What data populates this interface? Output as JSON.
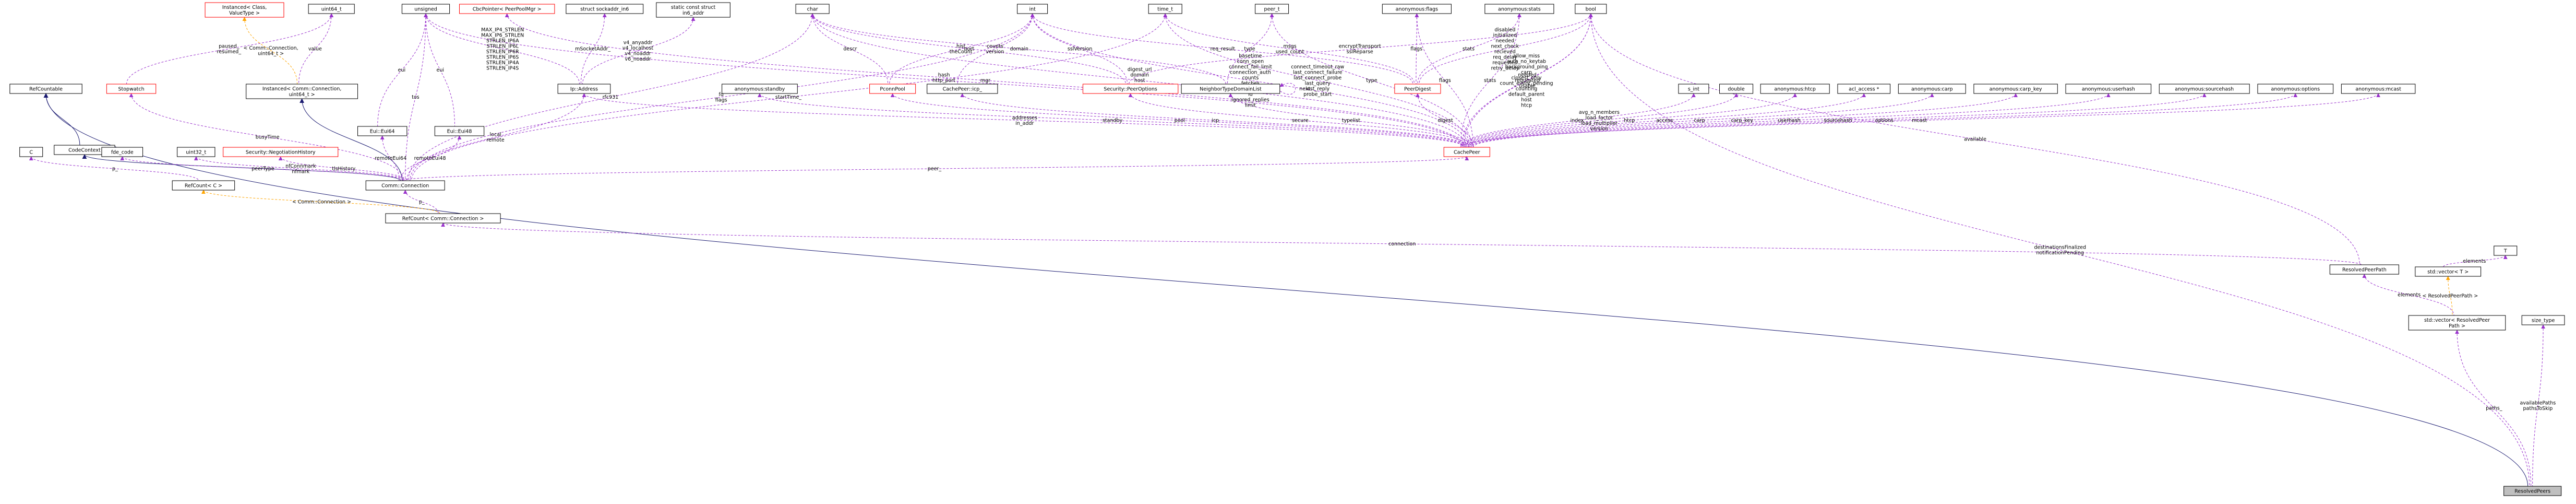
{
  "colors": {
    "inherit": "#191970",
    "use": "#9a32cd",
    "template": "#ffa500",
    "node_border": "#000000",
    "node_border_undocumented": "#ff0000",
    "root_fill": "#bfbfbf"
  },
  "nodes": [
    {
      "id": "refcountable",
      "label": "RefCountable"
    },
    {
      "id": "codecontext",
      "label": "CodeContext"
    },
    {
      "id": "stopwatch",
      "label": "Stopwatch",
      "undocumented": true
    },
    {
      "id": "inst_class_valuetype",
      "label": "Instanced< Class,\nValueType >",
      "undocumented": true
    },
    {
      "id": "uint64_t",
      "label": "uint64_t"
    },
    {
      "id": "inst_conn_uint64",
      "label": "Instanced< Comm::Connection,\nuint64_t >"
    },
    {
      "id": "unsigned",
      "label": "unsigned"
    },
    {
      "id": "cbcpointer_peerpoolmgr",
      "label": "CbcPointer< PeerPoolMgr >",
      "undocumented": true
    },
    {
      "id": "struct_sockaddr_in6",
      "label": "struct sockaddr_in6"
    },
    {
      "id": "static_const_struct",
      "label": "static const struct\nin6_addr"
    },
    {
      "id": "ip_address",
      "label": "Ip::Address"
    },
    {
      "id": "char",
      "label": "char"
    },
    {
      "id": "int",
      "label": "int"
    },
    {
      "id": "time_t",
      "label": "time_t"
    },
    {
      "id": "peer_t",
      "label": "peer_t"
    },
    {
      "id": "anon_flags",
      "label": "anonymous:flags"
    },
    {
      "id": "anon_stats",
      "label": "anonymous:stats"
    },
    {
      "id": "bool",
      "label": "bool"
    },
    {
      "id": "eui_eui64",
      "label": "Eui::Eui64"
    },
    {
      "id": "eui_eui48",
      "label": "Eui::Eui48"
    },
    {
      "id": "anon_standby",
      "label": "anonymous:standby"
    },
    {
      "id": "prconnpool",
      "label": "PconnPool",
      "undocumented": true
    },
    {
      "id": "cachepeer_icp",
      "label": "CachePeer::icp_"
    },
    {
      "id": "security_peeroptions",
      "label": "Security::PeerOptions",
      "undocumented": true
    },
    {
      "id": "neighbortypedomainlist",
      "label": "NeighborTypeDomainList"
    },
    {
      "id": "peerdigest",
      "label": "PeerDigest",
      "undocumented": true
    },
    {
      "id": "s_int",
      "label": "s_int"
    },
    {
      "id": "double",
      "label": "double"
    },
    {
      "id": "anon_htcp",
      "label": "anonymous:htcp"
    },
    {
      "id": "acl_access",
      "label": "acl_access *"
    },
    {
      "id": "anon_carp",
      "label": "anonymous:carp"
    },
    {
      "id": "anon_carp_key",
      "label": "anonymous:carp_key"
    },
    {
      "id": "anon_userhash",
      "label": "anonymous:userhash"
    },
    {
      "id": "anon_sourcehash",
      "label": "anonymous:sourcehash"
    },
    {
      "id": "anon_options",
      "label": "anonymous:options"
    },
    {
      "id": "anon_mcast",
      "label": "anonymous:mcast"
    },
    {
      "id": "cachepeer",
      "label": "CachePeer",
      "undocumented": true
    },
    {
      "id": "c",
      "label": "C"
    },
    {
      "id": "fde_code",
      "label": "fde_code"
    },
    {
      "id": "uint32_t",
      "label": "uint32_t"
    },
    {
      "id": "security_negotiationhistory",
      "label": "Security::NegotiationHistory",
      "undocumented": true
    },
    {
      "id": "comm_connection",
      "label": "Comm::Connection"
    },
    {
      "id": "refcount_c",
      "label": "RefCount< C >"
    },
    {
      "id": "refcount_conn",
      "label": "RefCount< Comm::Connection >"
    },
    {
      "id": "resolvedpeerpath",
      "label": "ResolvedPeerPath"
    },
    {
      "id": "t",
      "label": "T"
    },
    {
      "id": "std_vector_t",
      "label": "std::vector< T >"
    },
    {
      "id": "std_vector_rpp",
      "label": "std::vector< ResolvedPeer\nPath >"
    },
    {
      "id": "size_type",
      "label": "size_type"
    },
    {
      "id": "resolvedpeers",
      "label": "ResolvedPeers",
      "root": true
    }
  ],
  "edges": [
    {
      "from": "refcountable",
      "to": "resolvedpeers",
      "kind": "inherit"
    },
    {
      "from": "refcountable",
      "to": "codecontext",
      "kind": "inherit"
    },
    {
      "from": "codecontext",
      "to": "comm_connection",
      "kind": "inherit"
    },
    {
      "from": "inst_conn_uint64",
      "to": "comm_connection",
      "kind": "inherit"
    },
    {
      "from": "stopwatch",
      "to": "comm_connection",
      "kind": "use",
      "label": "busyTime"
    },
    {
      "from": "uint64_t",
      "to": "stopwatch",
      "kind": "use",
      "label": "paused_\nresumed_"
    },
    {
      "from": "inst_class_valuetype",
      "to": "inst_conn_uint64",
      "kind": "template",
      "label": "< Comm::Connection,\nuint64_t >"
    },
    {
      "from": "uint64_t",
      "to": "inst_conn_uint64",
      "kind": "use",
      "label": "value"
    },
    {
      "from": "unsigned",
      "to": "eui_eui64",
      "kind": "use",
      "label": "eui"
    },
    {
      "from": "unsigned",
      "to": "eui_eui48",
      "kind": "use",
      "label": "eui"
    },
    {
      "from": "unsigned",
      "to": "comm_connection",
      "kind": "use",
      "label": "tos"
    },
    {
      "from": "unsigned",
      "to": "cachepeer",
      "kind": "use",
      "label": "hash\nhttp_port\nport"
    },
    {
      "from": "unsigned",
      "to": "ip_address",
      "kind": "use",
      "label": "MAX_IP4_STRLEN\nMAX_IP6_STRLEN\nSTRLEN_IP6A\nSTRLEN_IP6L\nSTRLEN_IP6R\nSTRLEN_IP6S\nSTRLEN_IP4A\nSTRLEN_IP4S"
    },
    {
      "from": "cbcpointer_peerpoolmgr",
      "to": "cachepeer",
      "kind": "use",
      "label": "mgr"
    },
    {
      "from": "struct_sockaddr_in6",
      "to": "ip_address",
      "kind": "use",
      "label": "mSocketAddr_"
    },
    {
      "from": "static_const_struct",
      "to": "ip_address",
      "kind": "use",
      "label": "v4_anyaddr\nv4_localhost\nv4_noaddr\nv6_noaddr"
    },
    {
      "from": "ip_address",
      "to": "comm_connection",
      "kind": "use",
      "label": "local\nremote"
    },
    {
      "from": "ip_address",
      "to": "cachepeer",
      "kind": "use",
      "label": "addresses\nin_addr"
    },
    {
      "from": "char",
      "to": "cachepeer",
      "kind": "use",
      "label": "digest_url\ndomain\nhost\nlogin\nname"
    },
    {
      "from": "char",
      "to": "security_peeroptions",
      "kind": "use",
      "label": "port"
    },
    {
      "from": "char",
      "to": "prconnpool",
      "kind": "use",
      "label": "descr"
    },
    {
      "from": "char",
      "to": "neighbortypedomainlist",
      "kind": "use",
      "label": "domain"
    },
    {
      "from": "char",
      "to": "comm_connection",
      "kind": "use",
      "label": "rfc931"
    },
    {
      "from": "int",
      "to": "cachepeer",
      "kind": "use",
      "label": "basetime\nconn_open\nconnect_fail_limit\nconnection_auth\ncounts\nfetches\nfront_end_https\nid\nignored_replies\nlimit"
    },
    {
      "from": "int",
      "to": "prconnpool",
      "kind": "use",
      "label": "hist\ntheCount"
    },
    {
      "from": "int",
      "to": "cachepeer_icp",
      "kind": "use",
      "label": "counts\nversion"
    },
    {
      "from": "int",
      "to": "security_peeroptions",
      "kind": "use",
      "label": "sslVersion"
    },
    {
      "from": "int",
      "to": "comm_connection",
      "kind": "use",
      "label": "fd\nflags"
    },
    {
      "from": "int",
      "to": "peerdigest",
      "kind": "use",
      "label": "req_result"
    },
    {
      "from": "time_t",
      "to": "cachepeer",
      "kind": "use",
      "label": "connect_timeout_raw\nlast_connect_failure\nlast_connect_probe\nlast_query\nlast_reply\nprobe_start"
    },
    {
      "from": "time_t",
      "to": "comm_connection",
      "kind": "use",
      "label": "startTime_"
    },
    {
      "from": "time_t",
      "to": "peerdigest",
      "kind": "use",
      "label": "msgs\nused_count"
    },
    {
      "from": "peer_t",
      "to": "cachepeer",
      "kind": "use",
      "label": "type"
    },
    {
      "from": "peer_t",
      "to": "neighbortypedomainlist",
      "kind": "use",
      "label": "type"
    },
    {
      "from": "anon_flags",
      "to": "cachepeer",
      "kind": "use",
      "label": "flags"
    },
    {
      "from": "anon_flags",
      "to": "peerdigest",
      "kind": "use",
      "label": "flags"
    },
    {
      "from": "anon_stats",
      "to": "cachepeer",
      "kind": "use",
      "label": "stats"
    },
    {
      "from": "anon_stats",
      "to": "peerdigest",
      "kind": "use",
      "label": "stats"
    },
    {
      "from": "bool",
      "to": "cachepeer",
      "kind": "use",
      "label": "allow_miss\nauth_no_keytab\nbackground_ping\ncarp\nclosest_only\ncount_event_pending\ncounting\ndefault_parent\nhost\nhtcp"
    },
    {
      "from": "bool",
      "to": "security_peeroptions",
      "kind": "use",
      "label": "encryptTransport\nsslReparse"
    },
    {
      "from": "bool",
      "to": "peerdigest",
      "kind": "use",
      "label": "disabled\ninitialized\nneeded\nnext_check\nrecieved\nreq_delay\nrequested\nretry_delay"
    },
    {
      "from": "bool",
      "to": "resolvedpeers",
      "kind": "use",
      "label": "destinationsFinalized\nnotificationPending"
    },
    {
      "from": "bool",
      "to": "resolvedpeerpath",
      "kind": "use",
      "label": "available"
    },
    {
      "from": "bool",
      "to": "cachepeer",
      "kind": "use",
      "label": "needed\nrequested\nusable"
    },
    {
      "from": "eui_eui64",
      "to": "comm_connection",
      "kind": "use",
      "label": "remoteEui64"
    },
    {
      "from": "eui_eui48",
      "to": "comm_connection",
      "kind": "use",
      "label": "remoteEui48"
    },
    {
      "from": "anon_standby",
      "to": "cachepeer",
      "kind": "use",
      "label": "standby"
    },
    {
      "from": "prconnpool",
      "to": "cachepeer",
      "kind": "use",
      "label": "pool"
    },
    {
      "from": "cachepeer_icp",
      "to": "cachepeer",
      "kind": "use",
      "label": "icp"
    },
    {
      "from": "security_peeroptions",
      "to": "cachepeer",
      "kind": "use",
      "label": "secure"
    },
    {
      "from": "neighbortypedomainlist",
      "to": "cachepeer",
      "kind": "use",
      "label": "typelist"
    },
    {
      "from": "neighbortypedomainlist",
      "to": "neighbortypedomainlist",
      "kind": "use",
      "label": "next"
    },
    {
      "from": "peerdigest",
      "to": "cachepeer",
      "kind": "use",
      "label": "digest"
    },
    {
      "from": "s_int",
      "to": "cachepeer",
      "kind": "use",
      "label": "index"
    },
    {
      "from": "double",
      "to": "cachepeer",
      "kind": "use",
      "label": "avg_n_members\nload_factor\nload_multiplier\nversion"
    },
    {
      "from": "anon_htcp",
      "to": "cachepeer",
      "kind": "use",
      "label": "htcp"
    },
    {
      "from": "acl_access",
      "to": "cachepeer",
      "kind": "use",
      "label": "access"
    },
    {
      "from": "anon_carp",
      "to": "cachepeer",
      "kind": "use",
      "label": "carp"
    },
    {
      "from": "anon_carp_key",
      "to": "cachepeer",
      "kind": "use",
      "label": "carp_key"
    },
    {
      "from": "anon_userhash",
      "to": "cachepeer",
      "kind": "use",
      "label": "userhash"
    },
    {
      "from": "anon_sourcehash",
      "to": "cachepeer",
      "kind": "use",
      "label": "sourcehash"
    },
    {
      "from": "anon_options",
      "to": "cachepeer",
      "kind": "use",
      "label": "options"
    },
    {
      "from": "anon_mcast",
      "to": "cachepeer",
      "kind": "use",
      "label": "mcast"
    },
    {
      "from": "cachepeer",
      "to": "comm_connection",
      "kind": "use",
      "label": "peer_"
    },
    {
      "from": "c",
      "to": "refcount_c",
      "kind": "use",
      "label": "p_"
    },
    {
      "from": "fde_code",
      "to": "comm_connection",
      "kind": "use",
      "label": "peerType"
    },
    {
      "from": "uint32_t",
      "to": "comm_connection",
      "kind": "use",
      "label": "nfConnmark\nnfmark"
    },
    {
      "from": "security_negotiationhistory",
      "to": "comm_connection",
      "kind": "use",
      "label": "tlsHistory"
    },
    {
      "from": "comm_connection",
      "to": "refcount_conn",
      "kind": "use",
      "label": "p_"
    },
    {
      "from": "refcount_c",
      "to": "refcount_conn",
      "kind": "template",
      "label": "< Comm::Connection >"
    },
    {
      "from": "refcount_conn",
      "to": "resolvedpeerpath",
      "kind": "use",
      "label": "connection"
    },
    {
      "from": "t",
      "to": "std_vector_t",
      "kind": "use",
      "label": "elements"
    },
    {
      "from": "std_vector_t",
      "to": "std_vector_rpp",
      "kind": "template",
      "label": "< ResolvedPeerPath >"
    },
    {
      "from": "resolvedpeerpath",
      "to": "std_vector_rpp",
      "kind": "use",
      "label": "elements"
    },
    {
      "from": "std_vector_rpp",
      "to": "resolvedpeers",
      "kind": "use",
      "label": "paths_"
    },
    {
      "from": "size_type",
      "to": "resolvedpeers",
      "kind": "use",
      "label": "availablePaths\npathsToSkip"
    }
  ]
}
